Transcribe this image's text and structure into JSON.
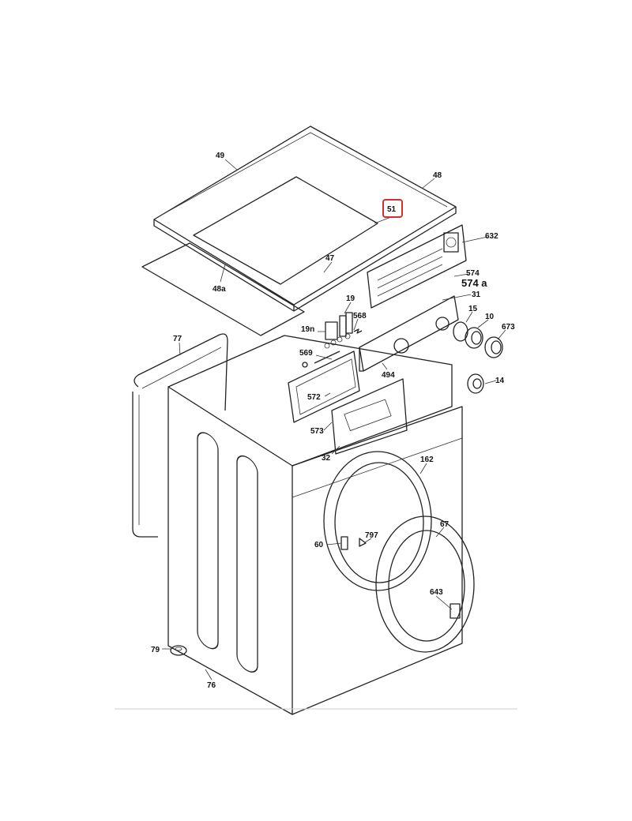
{
  "diagram": {
    "title": "Washing machine exploded parts diagram",
    "highlight_color": "#d0312d",
    "highlighted_part": "51",
    "labels": {
      "p49": "49",
      "p48": "48",
      "p51": "51",
      "p632": "632",
      "p47": "47",
      "p48a": "48a",
      "p574": "574",
      "p574a": "574 a",
      "p31": "31",
      "p19": "19",
      "p568": "568",
      "p19n": "19n",
      "p15": "15",
      "p10": "10",
      "p673": "673",
      "p77": "77",
      "p569": "569",
      "p494": "494",
      "p14": "14",
      "p572": "572",
      "p573": "573",
      "p32": "32",
      "p162": "162",
      "p67": "67",
      "p60": "60",
      "p797": "797",
      "p643": "643",
      "p79": "79",
      "p76": "76"
    }
  }
}
